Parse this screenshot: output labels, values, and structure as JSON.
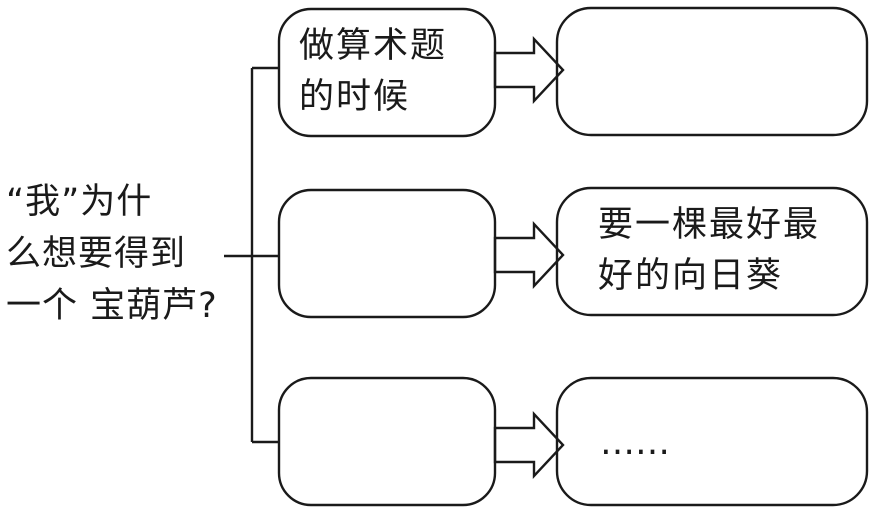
{
  "question": {
    "lines": [
      "“我”为什",
      "么想要得到",
      "一个 宝葫芦?"
    ]
  },
  "rows": [
    {
      "cause": [
        "做算术题",
        "的时候"
      ],
      "result": []
    },
    {
      "cause": [],
      "result": [
        "要一棵最好最",
        "好的向日葵"
      ]
    },
    {
      "cause": [],
      "result": [
        "……"
      ]
    }
  ]
}
